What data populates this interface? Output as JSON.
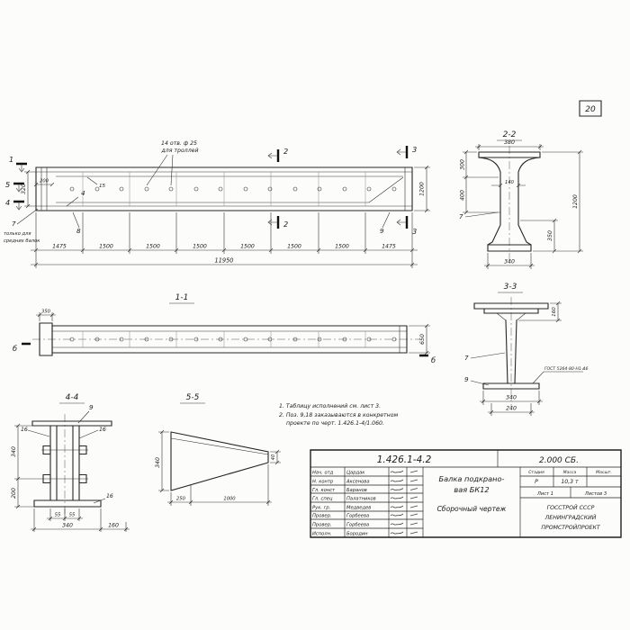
{
  "page_number": "20",
  "elevation": {
    "callout_line1": "14 отв. ф 25",
    "callout_line2": "для троллей",
    "dim_320": "320",
    "dim_200": "200",
    "dim_15": "15",
    "dim_1200": "1200",
    "marker_1": "1",
    "marker_2": "2",
    "marker_3": "3",
    "marker_4": "4",
    "marker_5": "5",
    "balloon_4": "4",
    "balloon_7": "7",
    "balloon_8": "8",
    "balloon_9": "9",
    "note_line1": "только для",
    "note_line2": "средних балок",
    "dims_bottom": [
      "1475",
      "1500",
      "1500",
      "1500",
      "1500",
      "1500",
      "1500",
      "1475"
    ],
    "dim_total": "11950"
  },
  "section22": {
    "title": "2-2",
    "dim_380": "380",
    "dim_300": "300",
    "dim_400": "400",
    "dim_140": "140",
    "dim_1200": "1200",
    "dim_350": "350",
    "dim_340": "340",
    "balloon_7": "7"
  },
  "section33": {
    "title": "3-3",
    "dim_160": "160",
    "dim_340": "340",
    "dim_240": "240",
    "balloon_7": "7",
    "balloon_9": "9",
    "weld_label": "ГОСТ 5264-80-Н1-Δ6"
  },
  "section11": {
    "title": "1-1",
    "dim_350": "350",
    "dim_650": "650",
    "marker_b": "б"
  },
  "section44": {
    "title": "4-4",
    "balloon_9": "9",
    "dim_16": "16",
    "dim_340_left": "340",
    "dim_200": "200",
    "dim_55": "55",
    "dim_340_bottom": "340",
    "dim_160": "160"
  },
  "section55": {
    "title": "5-5",
    "dim_340": "340",
    "dim_40": "40",
    "dim_250": "250",
    "dim_1000": "1000"
  },
  "notes": {
    "line1": "1. Таблицу исполнений см. лист 3.",
    "line2": "2. Поз. 9,18 заказываются в конкретном",
    "line3": "проекте по черт. 1.426.1-4/1.060."
  },
  "titleblock": {
    "doc_number": "1.426.1-4.2",
    "doc_code": "2.000 СБ.",
    "title_line1": "Балка подкрано-",
    "title_line2": "вая  БК12",
    "title_line3": "Сборочный чертеж",
    "col_stage": "Стадия",
    "col_mass": "Масса",
    "col_scale": "Масшт.",
    "val_stage": "Р",
    "val_mass": "10,3 т",
    "sheet": "Лист 1",
    "sheets": "Листов 3",
    "org_line1": "ГОССТРОЙ СССР",
    "org_line2": "ЛЕНИНГРАДСКИЙ",
    "org_line3": "ПРОМСТРОЙПРОЕКТ",
    "rows": [
      {
        "role": "Нач. отд",
        "name": "Цардак"
      },
      {
        "role": "Н. контр",
        "name": "Аксенова"
      },
      {
        "role": "Гл. конст",
        "name": "Баранов"
      },
      {
        "role": "Гл. спец",
        "name": "Палатников"
      },
      {
        "role": "Рук. гр.",
        "name": "Медведев"
      },
      {
        "role": "Провер.",
        "name": "Горбеева"
      },
      {
        "role": "Провер.",
        "name": "Горбеева"
      },
      {
        "role": "Исполн.",
        "name": "Бородин"
      }
    ]
  }
}
